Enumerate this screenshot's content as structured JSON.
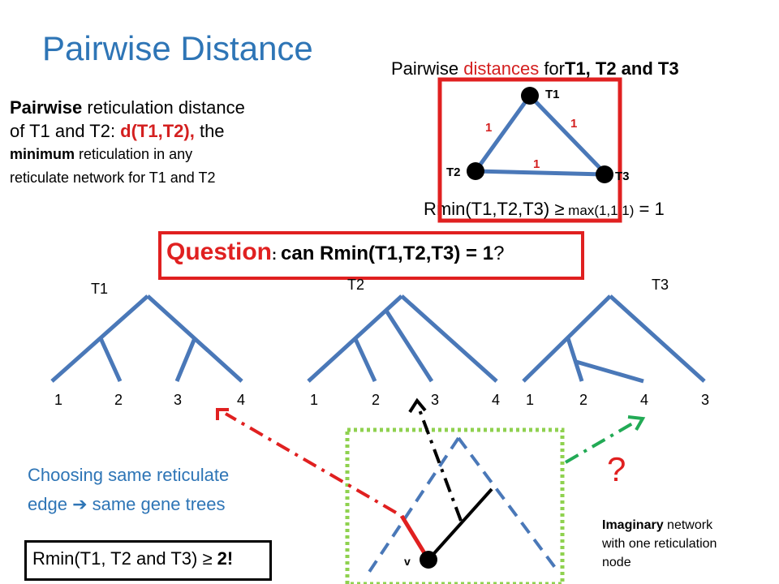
{
  "title": "Pairwise Distance",
  "pd_title": {
    "pre": "Pairwise ",
    "red": "distances",
    "post": " for",
    "trees": "T1, T2 and T3"
  },
  "definition": {
    "l1a": "Pairwise",
    "l1b": " reticulation distance",
    "l2a": "of T1 and T2: ",
    "l2b": "d(T1,T2),",
    "l2c": "  the",
    "l3a": "minimum",
    "l3b": " reticulation in any",
    "l4": "reticulate network for T1 and T2"
  },
  "triangle": {
    "nodes": [
      "T1",
      "T2",
      "T3"
    ],
    "edges": [
      "1",
      "1",
      "1"
    ],
    "box_color": "#e02020",
    "edge_label_color": "#d42020"
  },
  "rmin_bound": {
    "a": "Rmin(T1,T2,T3) ",
    "sym": "≥",
    "b": " max(1,1,1)",
    "c": " = 1"
  },
  "question": {
    "red": "Question",
    "colon": ": ",
    "text": "can Rmin(T1,T2,T3) = 1",
    "q": "?"
  },
  "trees": [
    {
      "label": "T1",
      "leaves": [
        "1",
        "2",
        "3",
        "4"
      ]
    },
    {
      "label": "T2",
      "leaves": [
        "1",
        "2",
        "3",
        "4"
      ]
    },
    {
      "label": "T3",
      "leaves": [
        "1",
        "2",
        "4",
        "3"
      ]
    }
  ],
  "choosing": {
    "l1": "Choosing same reticulate",
    "l2a": "edge ",
    "arrow": "➔",
    "l2b": " same gene trees"
  },
  "rmin_final": {
    "a": "Rmin(T1, T2 and T3) ",
    "sym": "≥",
    "b": " 2!"
  },
  "imaginary": {
    "l1a": "Imaginary",
    "l1b": " network",
    "l2": "with one reticulation",
    "l3": "node"
  },
  "qmark": "?",
  "network_node_label": "v",
  "colors": {
    "blue": "#2e75b6",
    "tree_blue": "#4a78b8",
    "red": "#e02020",
    "green": "#22aa55",
    "lime_box": "#8fd14f"
  }
}
